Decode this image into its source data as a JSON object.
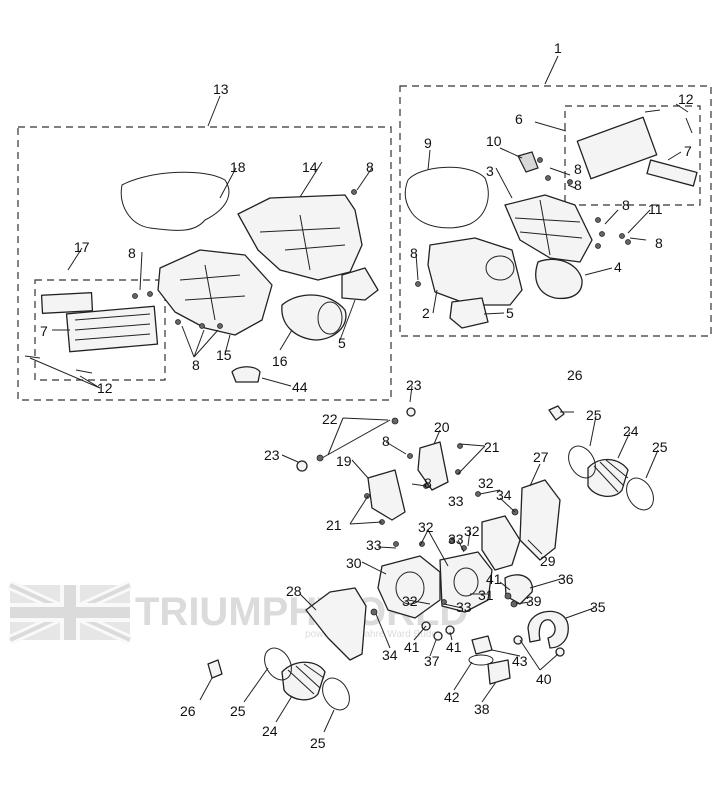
{
  "diagram": {
    "callouts": [
      "1",
      "2",
      "3",
      "4",
      "5",
      "6",
      "7",
      "8",
      "9",
      "10",
      "11",
      "12",
      "13",
      "14",
      "15",
      "16",
      "17",
      "18",
      "19",
      "20",
      "21",
      "22",
      "23",
      "24",
      "25",
      "26",
      "27",
      "28",
      "29",
      "30",
      "31",
      "32",
      "33",
      "34",
      "35",
      "36",
      "37",
      "38",
      "39",
      "40",
      "41",
      "42",
      "43",
      "44"
    ]
  },
  "watermark": {
    "brand": "TRIUMPHWORLD",
    "tagline": "powered by Jahre Ward Budo"
  },
  "colors": {
    "line": "#222222",
    "fill": "#f4f4f4",
    "watermark": "#c9c9c9"
  }
}
